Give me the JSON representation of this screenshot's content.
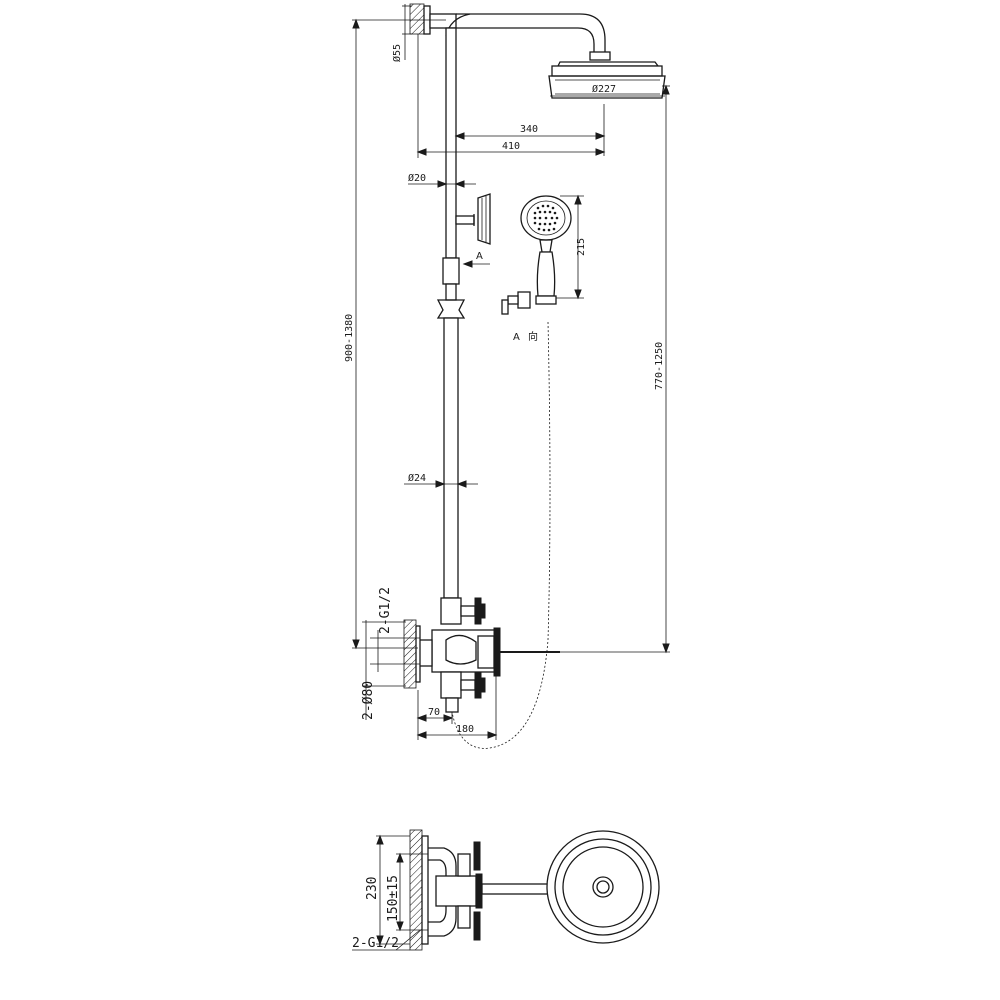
{
  "dimensions": {
    "wall_flange_dia": "Ø55",
    "head_dia": "Ø227",
    "arm_reach": "340",
    "arm_total": "410",
    "upper_pipe_dia": "Ø20",
    "handset_length": "215",
    "lower_pipe_dia": "Ø24",
    "total_height": "900-1380",
    "head_height": "770-1250",
    "inlet_thread": "2-G1/2",
    "inlet_flange_dia": "2-Ø80",
    "valve_depth": "70",
    "valve_projection": "180",
    "inlet_spacing_outer": "230",
    "inlet_spacing_inner": "150±15",
    "inlet_thread_plan": "2-G1/2"
  },
  "labels": {
    "view_marker": "A",
    "view_a_title_letter": "A",
    "view_a_title_char": "向"
  }
}
